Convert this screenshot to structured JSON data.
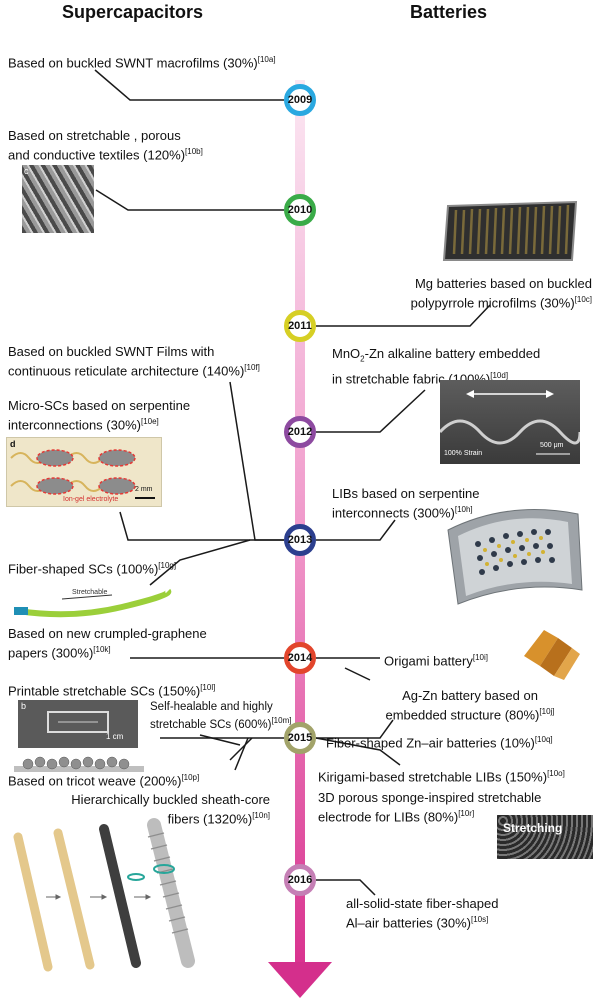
{
  "headers": {
    "left": "Supercapacitors",
    "right": "Batteries"
  },
  "years": [
    {
      "label": "2009",
      "color": "#2aa8e0"
    },
    {
      "label": "2010",
      "color": "#3aab48"
    },
    {
      "label": "2011",
      "color": "#d6cf24"
    },
    {
      "label": "2012",
      "color": "#8d4aa0"
    },
    {
      "label": "2013",
      "color": "#2c3f8e"
    },
    {
      "label": "2014",
      "color": "#e2452c"
    },
    {
      "label": "2015",
      "color": "#a2a36a"
    },
    {
      "label": "2016",
      "color": "#c57fb5"
    }
  ],
  "left": [
    {
      "text": "Based on buckled SWNT macrofilms (30%)",
      "ref": "[10a]"
    },
    {
      "line1": "Based on stretchable , porous",
      "line2": "and conductive textiles (120%)",
      "ref": "[10b]"
    },
    {
      "line1": "Based on buckled SWNT Films with",
      "line2": "continuous reticulate architecture (140%)",
      "ref": "[10f]"
    },
    {
      "line1": "Micro-SCs based on serpentine",
      "line2": "interconnections (30%)",
      "ref": "[10e]"
    },
    {
      "text": "Fiber-shaped SCs (100%)",
      "ref": "[10g]"
    },
    {
      "line1": "Based on new crumpled-graphene",
      "line2": "papers (300%)",
      "ref": "[10k]"
    },
    {
      "text": "Printable stretchable SCs (150%)",
      "ref": "[10l]"
    },
    {
      "line1": "Self-healable and highly",
      "line2": "stretchable SCs (600%)",
      "ref": "[10m]"
    },
    {
      "text": "Based on tricot weave (200%)",
      "ref": "[10p]"
    },
    {
      "line1": "Hierarchically buckled sheath-core",
      "line2": "fibers (1320%)",
      "ref": "[10n]"
    }
  ],
  "right": [
    {
      "line1": "Mg batteries based on buckled",
      "line2": "polypyrrole microfilms (30%)",
      "ref": "[10c]"
    },
    {
      "line1": "MnO",
      "sub": "2",
      "line1b": "-Zn alkaline battery embedded",
      "line2": "in stretchable fabric (100%)",
      "ref": "[10d]"
    },
    {
      "line1": "LIBs based on serpentine",
      "line2": "interconnects (300%)",
      "ref": "[10h]"
    },
    {
      "text": "Origami battery",
      "ref": "[10i]"
    },
    {
      "line1": "Ag-Zn battery based on",
      "line2": "embedded structure (80%)",
      "ref": "[10j]"
    },
    {
      "text": "Fiber-shaped Zn–air batteries (10%)",
      "ref": "[10q]"
    },
    {
      "text": "Kirigami-based stretchable LIBs (150%)",
      "ref": "[10o]"
    },
    {
      "line1": "3D porous sponge-inspired stretchable",
      "line2": "electrode for LIBs (80%)",
      "ref": "[10r]"
    },
    {
      "line1": "all-solid-state fiber-shaped",
      "line2": "Al–air batteries (30%)",
      "ref": "[10s]"
    }
  ],
  "image_labels": {
    "textile_panel": "c",
    "micro_panel": "d",
    "micro_scale": "2 mm",
    "micro_caption": "Ion-gel electrolyte",
    "fiber_caption": "Stretchable",
    "printable_panel": "b",
    "printable_scale": "1 cm",
    "fabric_strain": "100% Strain",
    "fabric_scale": "500 μm",
    "sponge_caption": "Stretching"
  }
}
